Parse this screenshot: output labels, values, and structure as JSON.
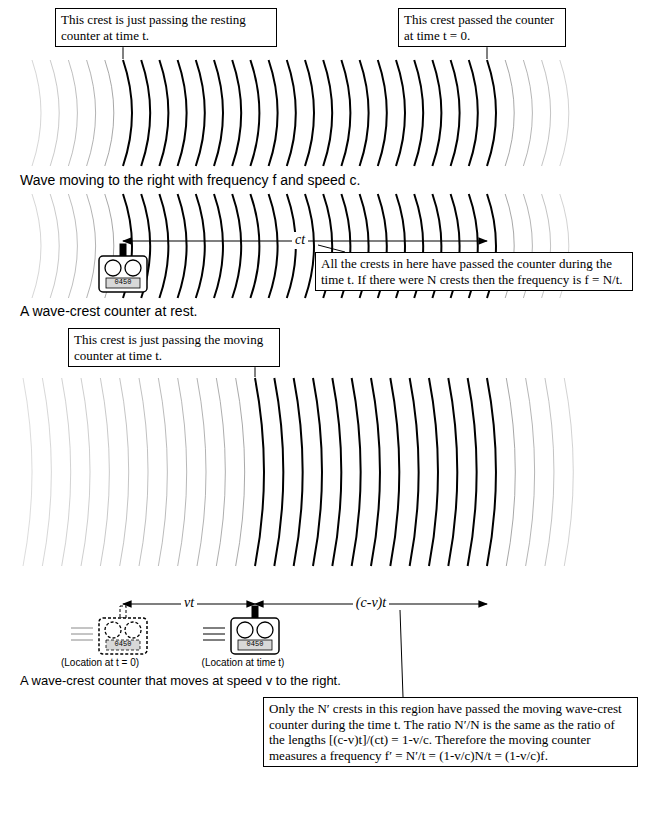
{
  "diagram": {
    "nodes": [
      {
        "text": [
          "This crest is just passing the resting counter at time t."
        ]
      },
      {
        "text": [
          "This crest passed the counter at time t = 0."
        ]
      },
      {
        "text": [
          "All the crests in here have passed the counter during the time t. If there were N crests then the frequency is f = N/t."
        ]
      },
      {
        "text": [
          "This crest is just passing the moving counter at time t."
        ]
      },
      {
        "text": [
          "Only the N′ crests in this region have passed the moving wave-crest counter during the time t. The ratio N′/N is the same as the ratio of the lengths [(c-v)t]/(ct) = 1-v/c. Therefore the moving counter measures a frequency f′ = N′/t = (1-v/c)N/t = (1-v/c)f."
        ]
      }
    ],
    "labels": [
      "Wave moving to the right with frequency f and speed c.",
      "ct",
      "0450",
      "A wave-crest counter at rest.",
      "vt",
      "(c-v)t",
      "0450",
      "0450",
      "(Location at t = 0)",
      "(Location at time t)",
      "A wave-crest counter that moves at speed v to the right."
    ]
  }
}
